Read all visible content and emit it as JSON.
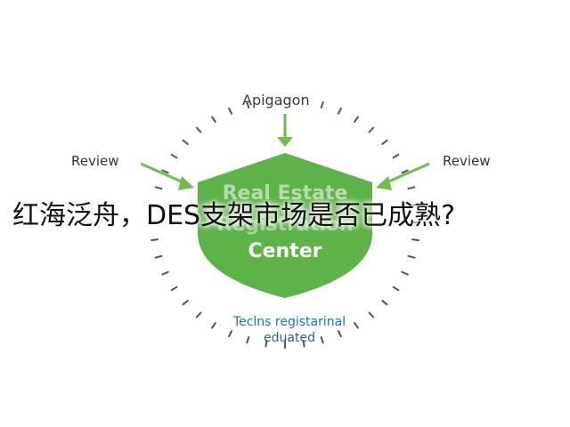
{
  "diagram": {
    "top_label": "Apigagon",
    "left_label": "Review",
    "right_label": "Review",
    "shield_lines": [
      "Real Estate",
      "Registration",
      "Center"
    ],
    "bottom_lines": [
      "Teclns registarinal",
      "eduated"
    ]
  },
  "headline": "红海泛舟，DES支架市场是否已成熟?",
  "colors": {
    "shield_green": "#5db347",
    "arrow_green": "#6fbf4a",
    "dash_gray": "#555555",
    "text_blue": "#1e73b8"
  }
}
